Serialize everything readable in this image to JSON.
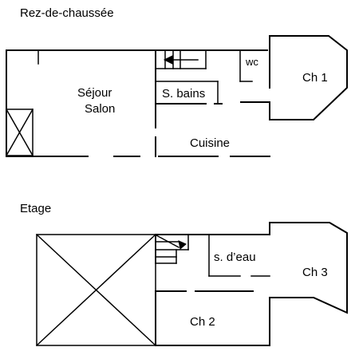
{
  "floors": {
    "ground": {
      "title": "Rez-de-chaussée",
      "rooms": {
        "sejour_line1": "Séjour",
        "sejour_line2": "Salon",
        "bathroom": "S. bains",
        "wc": "wc",
        "kitchen": "Cuisine",
        "bedroom1": "Ch 1"
      }
    },
    "upper": {
      "title": "Etage",
      "rooms": {
        "shower_room": "s. d’eau",
        "bedroom3": "Ch 3",
        "bedroom2": "Ch 2"
      }
    }
  },
  "colors": {
    "ink": "#000000",
    "paper": "#ffffff"
  }
}
